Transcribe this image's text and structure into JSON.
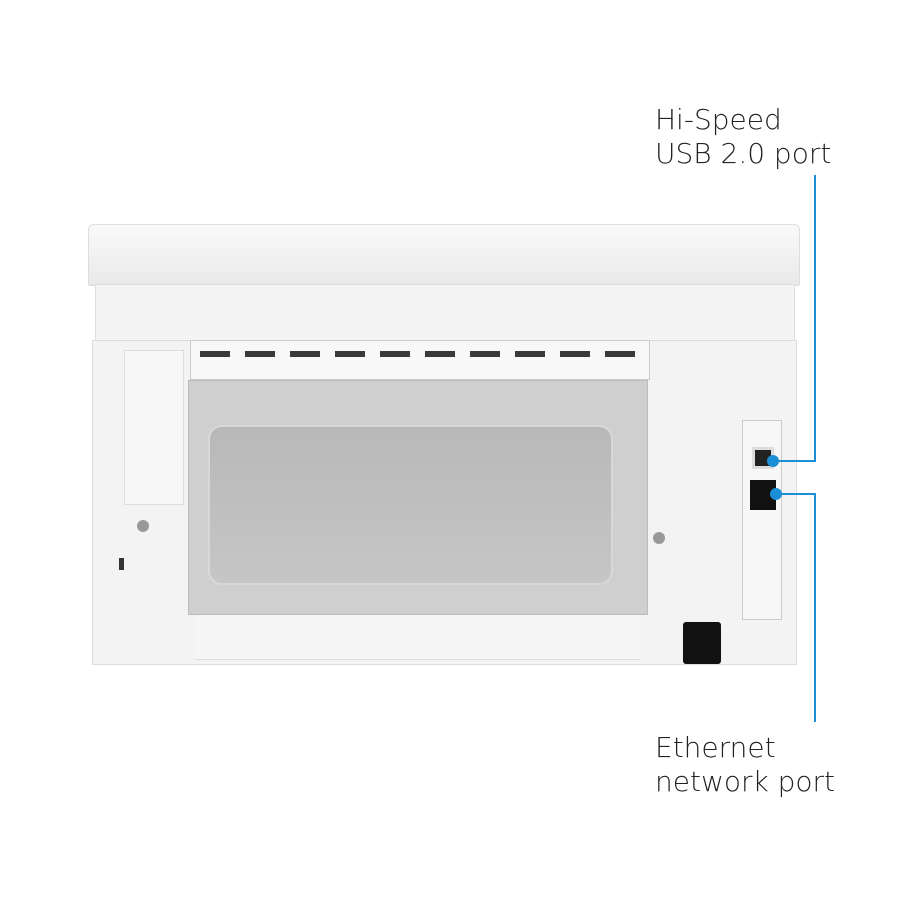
{
  "callouts": {
    "usb": {
      "line1": "Hi-Speed",
      "line2": "USB 2.0 port"
    },
    "ethernet": {
      "line1": "Ethernet",
      "line2": "network port"
    }
  },
  "colors": {
    "callout_line": "#1a8fd6",
    "printer_body": "#f3f3f3",
    "rear_panel": "#c8c8c8"
  }
}
